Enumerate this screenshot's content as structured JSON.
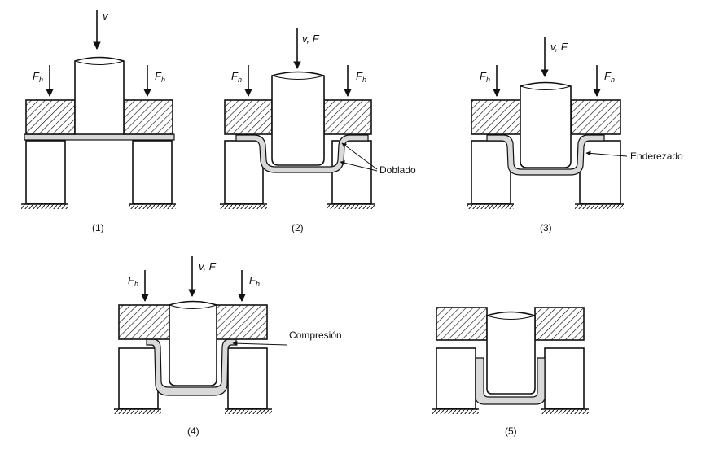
{
  "labels": {
    "v": "v",
    "vF": "v, F",
    "fh_F": "F",
    "fh_sub": "h",
    "doblado": "Doblado",
    "enderezado": "Enderezado",
    "compresion": "Compresión"
  },
  "captions": [
    "(1)",
    "(2)",
    "(3)",
    "(4)",
    "(5)"
  ],
  "colors": {
    "ink": "#111111",
    "metal": "#d9d9d9",
    "fill": "#ffffff"
  }
}
